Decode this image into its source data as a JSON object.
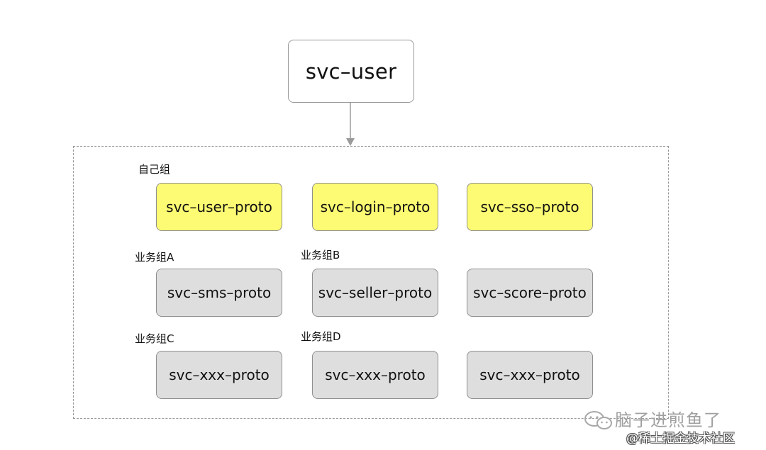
{
  "root": {
    "label": "svc–user"
  },
  "groups": {
    "own": {
      "label": "自己组",
      "items": [
        "svc–user–proto",
        "svc–login–proto",
        "svc–sso–proto"
      ]
    },
    "biz_a": {
      "label": "业务组A",
      "items": [
        "svc–sms–proto"
      ]
    },
    "biz_b": {
      "label": "业务组B",
      "items": [
        "svc–seller–proto",
        "svc–score–proto"
      ]
    },
    "biz_c": {
      "label": "业务组C",
      "items": [
        "svc–xxx–proto"
      ]
    },
    "biz_d": {
      "label": "业务组D",
      "items": [
        "svc–xxx–proto",
        "svc–xxx–proto"
      ]
    }
  },
  "colors": {
    "own_fill": "#fdfb73",
    "other_fill": "#dedede",
    "border": "#8f8f8f"
  },
  "watermark": {
    "title": "脑子进煎鱼了",
    "subtitle": "@稀土掘金技术社区",
    "icon": "wechat-icon"
  }
}
